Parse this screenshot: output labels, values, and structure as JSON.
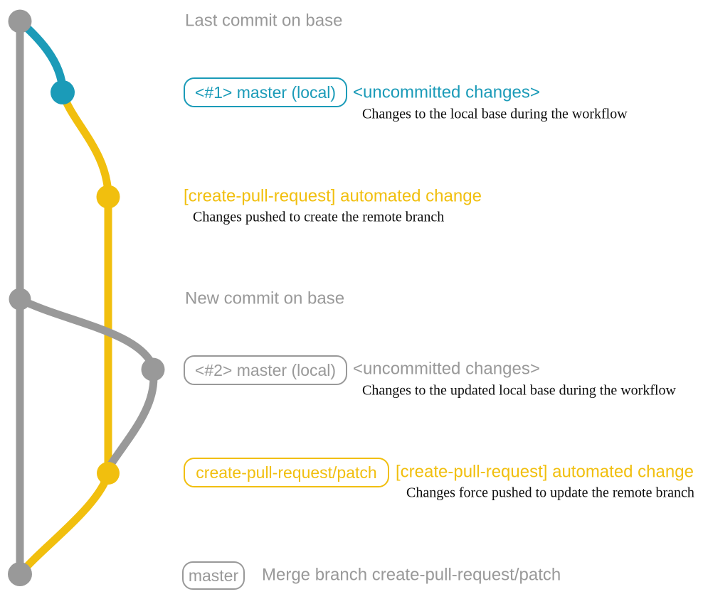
{
  "colors": {
    "gray": "#999999",
    "blue": "#1b9bb8",
    "yellow": "#f1bf0e",
    "desc_text": "#0d0d0d",
    "background": "#ffffff"
  },
  "graph": {
    "type": "git-branch-diagram",
    "branches": [
      {
        "name": "base",
        "color": "#999999"
      },
      {
        "name": "master (local)",
        "color": "#1b9bb8"
      },
      {
        "name": "create-pull-request/patch",
        "color": "#f1bf0e"
      }
    ],
    "commits": [
      {
        "label": "Last commit on base",
        "branch": "base"
      },
      {
        "label": "<#1> master (local)",
        "branch": "master (local)"
      },
      {
        "label": "[create-pull-request] automated change",
        "branch": "create-pull-request/patch"
      },
      {
        "label": "New commit on base",
        "branch": "base"
      },
      {
        "label": "<#2> master (local)",
        "branch": "master (local)"
      },
      {
        "label": "[create-pull-request] automated change",
        "branch": "create-pull-request/patch"
      },
      {
        "label": "Merge branch create-pull-request/patch",
        "branch": "base"
      }
    ]
  },
  "labels": {
    "last_commit": "Last commit on base",
    "tag_master_local_1": "<#1> master (local)",
    "uncommitted_1": "<uncommitted changes>",
    "uncommitted_1_desc": "Changes to the local base during the workflow",
    "automated_1": "[create-pull-request] automated change",
    "automated_1_desc": "Changes pushed to create the remote branch",
    "new_commit": "New commit on base",
    "tag_master_local_2": "<#2> master (local)",
    "uncommitted_2": "<uncommitted changes>",
    "uncommitted_2_desc": "Changes to the updated local base during the workflow",
    "tag_patch_branch": "create-pull-request/patch",
    "automated_2": "[create-pull-request] automated change",
    "automated_2_desc": "Changes force pushed to update the remote branch",
    "tag_master": "master",
    "merge_text": "Merge branch create-pull-request/patch"
  }
}
